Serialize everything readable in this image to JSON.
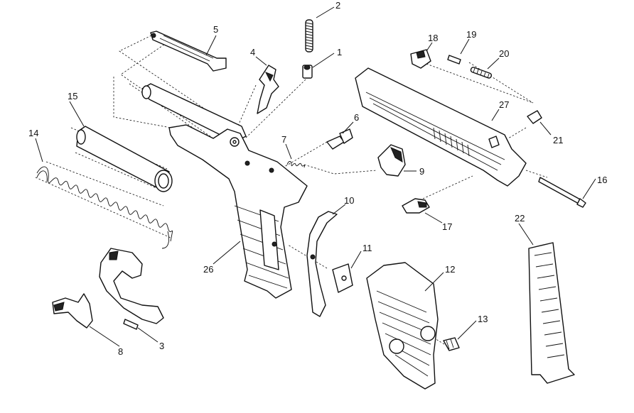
{
  "callouts": [
    {
      "id": "c1",
      "text": "1"
    },
    {
      "id": "c2",
      "text": "2"
    },
    {
      "id": "c3",
      "text": "3"
    },
    {
      "id": "c4",
      "text": "4"
    },
    {
      "id": "c5",
      "text": "5"
    },
    {
      "id": "c6",
      "text": "6"
    },
    {
      "id": "c7",
      "text": "7"
    },
    {
      "id": "c8",
      "text": "8"
    },
    {
      "id": "c9",
      "text": "9"
    },
    {
      "id": "c10",
      "text": "10"
    },
    {
      "id": "c11",
      "text": "11"
    },
    {
      "id": "c12",
      "text": "12"
    },
    {
      "id": "c13",
      "text": "13"
    },
    {
      "id": "c14",
      "text": "14"
    },
    {
      "id": "c15",
      "text": "15"
    },
    {
      "id": "c16",
      "text": "16"
    },
    {
      "id": "c17",
      "text": "17"
    },
    {
      "id": "c18",
      "text": "18"
    },
    {
      "id": "c19",
      "text": "19"
    },
    {
      "id": "c20",
      "text": "20"
    },
    {
      "id": "c21",
      "text": "21"
    },
    {
      "id": "c22",
      "text": "22"
    },
    {
      "id": "c26",
      "text": "26"
    },
    {
      "id": "c27",
      "text": "27"
    }
  ]
}
